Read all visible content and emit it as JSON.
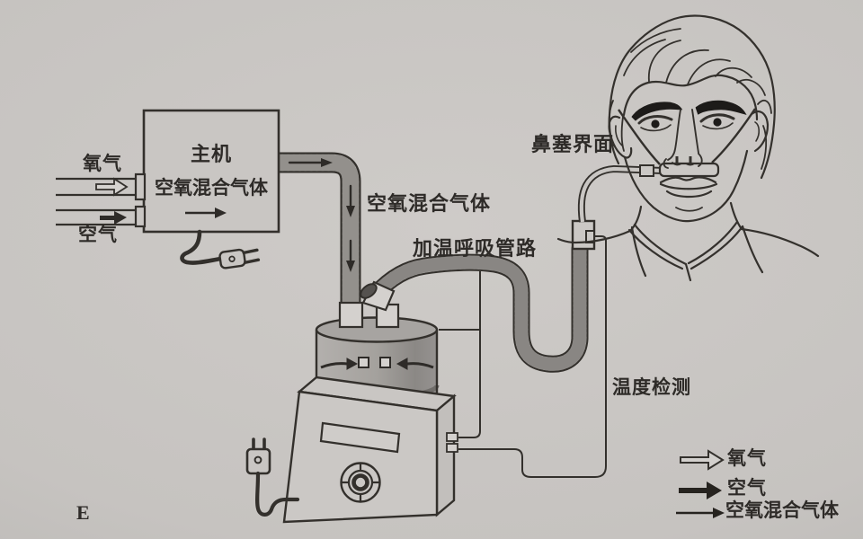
{
  "figure": {
    "letter": "E"
  },
  "labels": {
    "oxygen_in": "氧气",
    "air_in": "空气",
    "main_unit_title": "主机",
    "main_unit_subtitle": "空氧混合气体",
    "mixed_gas_pipe": "空氧混合气体",
    "heated_circuit": "加温呼吸管路",
    "nasal_interface": "鼻塞界面",
    "temperature_detection": "温度检测"
  },
  "legend": {
    "items": [
      {
        "icon": "hollow-arrow-icon",
        "label": "氧气"
      },
      {
        "icon": "solid-arrow-icon",
        "label": "空气"
      },
      {
        "icon": "thin-arrow-icon",
        "label": "空氧混合气体"
      }
    ]
  },
  "colors": {
    "paper": "#c7c4c1",
    "ink": "#33302c",
    "cylinder_fill": "#a19e9a",
    "cylinder_shade": "#8b8885"
  }
}
